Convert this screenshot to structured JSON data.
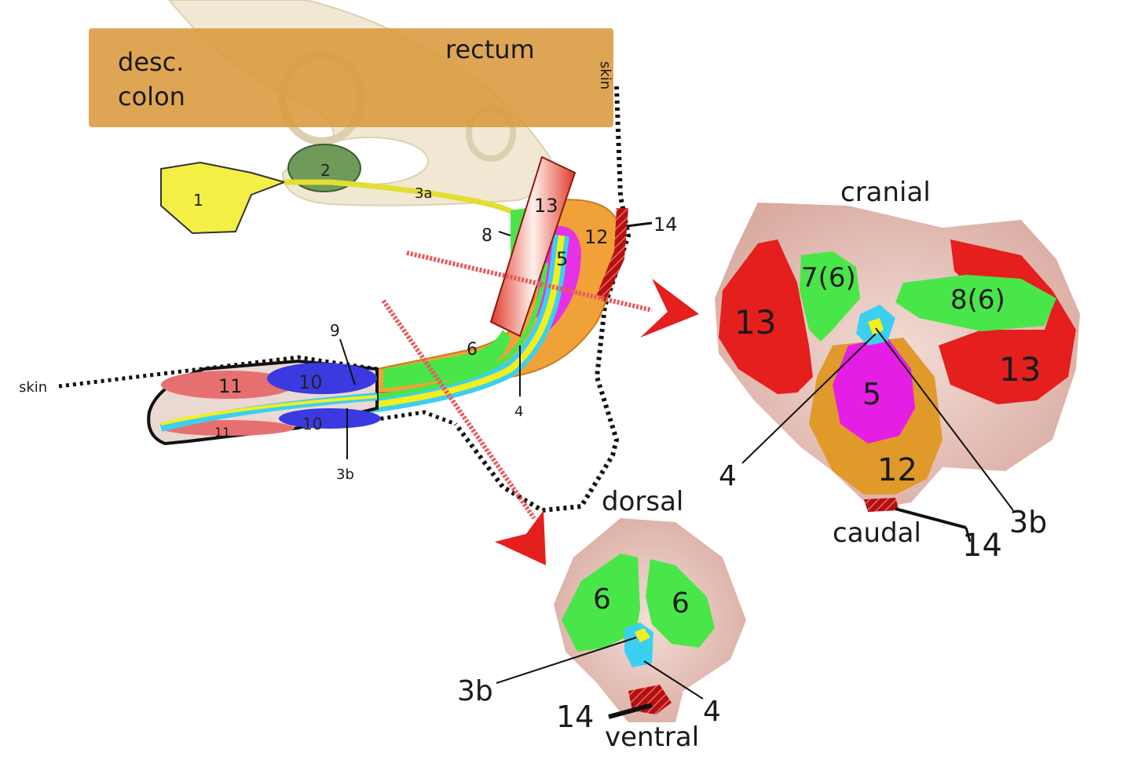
{
  "colon_labels": {
    "desc": "desc.",
    "colon": "colon",
    "rectum": "rectum"
  },
  "skin_labels": {
    "top": "skin",
    "left": "skin"
  },
  "lateral_numbers": {
    "n1": "1",
    "n2": "2",
    "n3a": "3a",
    "n13": "13",
    "n14": "14",
    "n8": "8",
    "n12": "12",
    "n5": "5",
    "n6": "6",
    "n4": "4",
    "n9": "9",
    "n10a": "10",
    "n10b": "10",
    "n11a": "11",
    "n11b": "11",
    "n3b": "3b"
  },
  "cranial_section": {
    "title": "cranial",
    "bottom": "caudal",
    "labels": {
      "l13a": "13",
      "l76": "7(6)",
      "l86": "8(6)",
      "l13b": "13",
      "l5": "5",
      "l12": "12",
      "l4": "4",
      "l3b": "3b",
      "l14": "14"
    }
  },
  "dorsal_section": {
    "title": "dorsal",
    "bottom": "ventral",
    "labels": {
      "l6a": "6",
      "l6b": "6",
      "l3b": "3b",
      "l4": "4",
      "l14": "14"
    }
  },
  "colors": {
    "colon": "#d99a3c",
    "bone": "#efe3c8",
    "yellow": "#f4ef1c",
    "green": "#49e649",
    "red": "#e52626",
    "magenta": "#e51ee5",
    "orange": "#e59a2e",
    "cyan": "#3cd0f0",
    "blue": "#3a3ae0",
    "tissue": "#e8c9c0"
  }
}
